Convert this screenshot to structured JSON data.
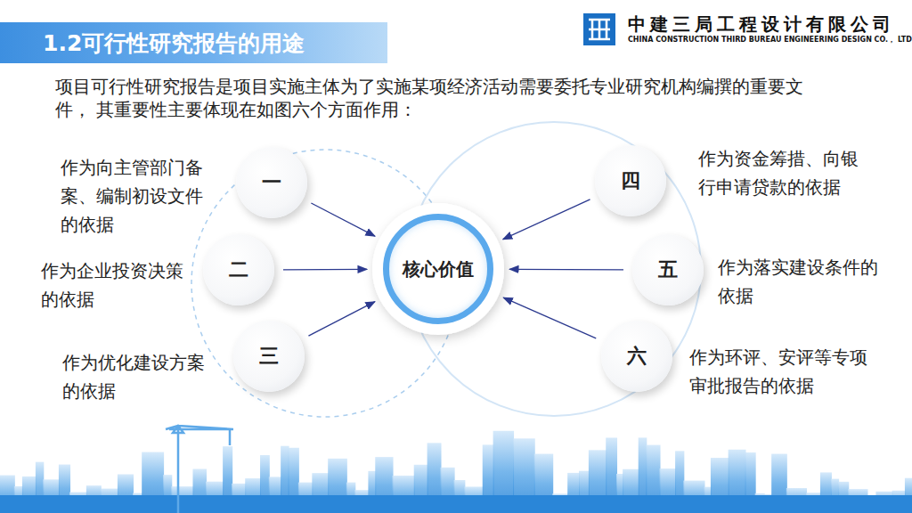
{
  "diagram": {
    "title": "1.2可行性研究报告的用途",
    "nodes": [
      {
        "text": [
          "核心价值"
        ]
      },
      {
        "text": [
          "一",
          "作为向主管部门备案、编制初设文件的依据"
        ]
      },
      {
        "text": [
          "二",
          "作为企业投资决策的依据"
        ]
      },
      {
        "text": [
          "三",
          "作为优化建设方案的依据"
        ]
      },
      {
        "text": [
          "四",
          "作为资金筹措、向银行申请贷款的依据"
        ]
      },
      {
        "text": [
          "五",
          "作为落实建设条件的依据"
        ]
      },
      {
        "text": [
          "六",
          "作为环评、安评等专项审批报告的依据"
        ]
      }
    ],
    "edges": [
      {
        "from": 1,
        "to": 0,
        "arrow": "to"
      },
      {
        "from": 2,
        "to": 0,
        "arrow": "to"
      },
      {
        "from": 3,
        "to": 0,
        "arrow": "to"
      },
      {
        "from": 4,
        "to": 0,
        "arrow": "to"
      },
      {
        "from": 5,
        "to": 0,
        "arrow": "to"
      },
      {
        "from": 6,
        "to": 0,
        "arrow": "to"
      }
    ],
    "labels": [
      "中建三局工程设计有限公司",
      "CHINA CONSTRUCTION THIRD BUREAU ENGINEERING DESIGN CO.， LTD",
      "项目可行性研究报告是项目实施主体为了实施某项经济活动需要委托专业研究机构编撰的重要文件， 其重要性主要体现在如图六个方面作用："
    ]
  }
}
